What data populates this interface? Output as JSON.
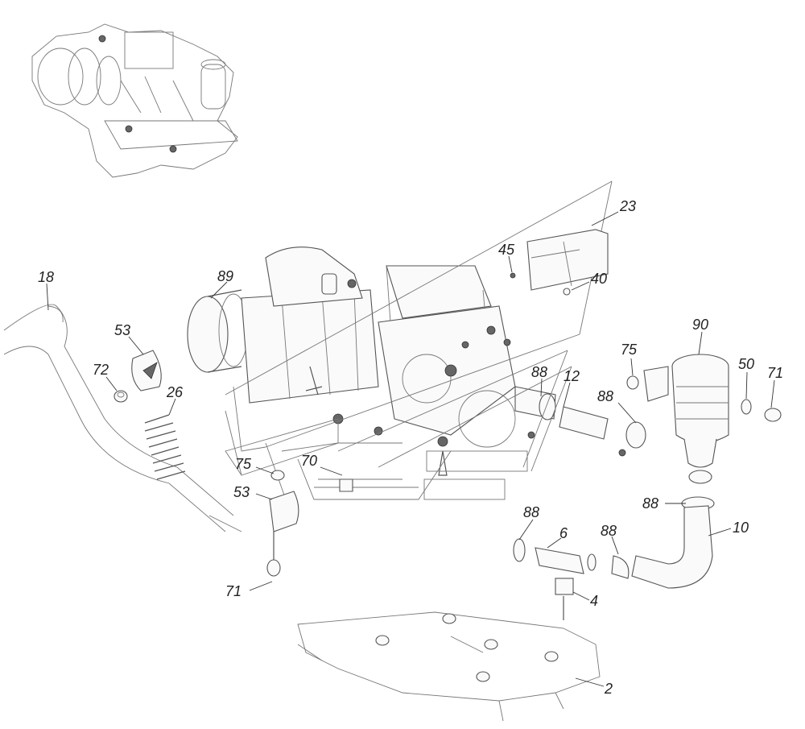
{
  "callouts": [
    {
      "id": "c18",
      "label": "18"
    },
    {
      "id": "c53a",
      "label": "53"
    },
    {
      "id": "c72",
      "label": "72"
    },
    {
      "id": "c26",
      "label": "26"
    },
    {
      "id": "c75a",
      "label": "75"
    },
    {
      "id": "c53b",
      "label": "53"
    },
    {
      "id": "c71a",
      "label": "71"
    },
    {
      "id": "c89",
      "label": "89"
    },
    {
      "id": "c45",
      "label": "45"
    },
    {
      "id": "c23",
      "label": "23"
    },
    {
      "id": "c40",
      "label": "40"
    },
    {
      "id": "c70",
      "label": "70"
    },
    {
      "id": "c88a",
      "label": "88"
    },
    {
      "id": "c12",
      "label": "12"
    },
    {
      "id": "c88b",
      "label": "88"
    },
    {
      "id": "c75b",
      "label": "75"
    },
    {
      "id": "c90",
      "label": "90"
    },
    {
      "id": "c50",
      "label": "50"
    },
    {
      "id": "c71b",
      "label": "71"
    },
    {
      "id": "c88c",
      "label": "88"
    },
    {
      "id": "c10",
      "label": "10"
    },
    {
      "id": "c88d",
      "label": "88"
    },
    {
      "id": "c6",
      "label": "6"
    },
    {
      "id": "c88e",
      "label": "88"
    },
    {
      "id": "c4",
      "label": "4"
    },
    {
      "id": "c2",
      "label": "2"
    }
  ]
}
